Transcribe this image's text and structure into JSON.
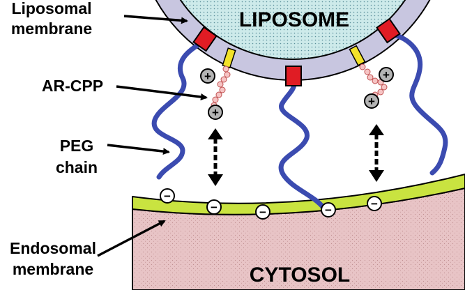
{
  "labels": {
    "liposome": "LIPOSOME",
    "cytosol": "CYTOSOL",
    "liposomal_membrane_line1": "Liposomal",
    "liposomal_membrane_line2": "membrane",
    "ar_cpp": "AR-CPP",
    "peg_line1": "PEG",
    "peg_line2": "chain",
    "endosomal_line1": "Endosomal",
    "endosomal_line2": "membrane"
  },
  "charges": {
    "positive": "+",
    "negative": "−"
  },
  "colors": {
    "liposome_core": "#cdeaea",
    "liposomal_membrane": "#c8c6e0",
    "anchor": "#e01c24",
    "peg_chain": "#3b4bb0",
    "linker": "#f2e229",
    "cpp_bead": "#f6c4c4",
    "charge_disc": "#b4b4b4",
    "endosomal_membrane": "#c9e340",
    "cytosol": "#e8c4c6"
  },
  "icons": {
    "interaction": "double-headed-dashed-arrow",
    "callout": "pointer-arrow"
  }
}
